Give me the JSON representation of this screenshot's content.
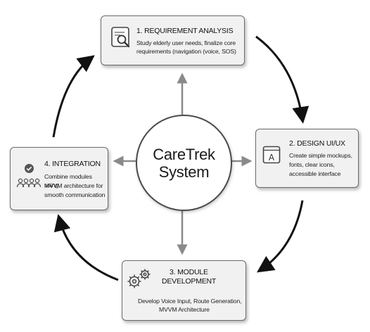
{
  "center": {
    "line1": "CareTrek",
    "line2": "System"
  },
  "steps": [
    {
      "title": "1. REQUIREMENT ANALYSIS",
      "desc": [
        "Study elderly user needs, finalize core",
        "requirements (navigation (voice, SOS)"
      ],
      "icon": "magnifier-document-icon"
    },
    {
      "title": "2. DESIGN UI/UX",
      "desc": [
        "Create simple mockups,",
        "fonts,  clear icons,",
        "accessible interface"
      ],
      "icon": "design-window-icon"
    },
    {
      "title_lines": [
        "3. MODULE",
        "DEVELOPMENT"
      ],
      "desc": [
        "Develop Voice Input, Route Generation,",
        "MVVM Architecture"
      ],
      "icon": "gears-icon"
    },
    {
      "title": "4. INTEGRATION",
      "desc": [
        "Combine modules using",
        "MVVM architecture for",
        "smooth communication"
      ],
      "icon": "team-check-icon"
    }
  ],
  "colors": {
    "box_fill": "#f1f1f1",
    "border": "#6b6b6b",
    "arrow_black": "#111111",
    "arrow_gray": "#8a8a8a"
  }
}
